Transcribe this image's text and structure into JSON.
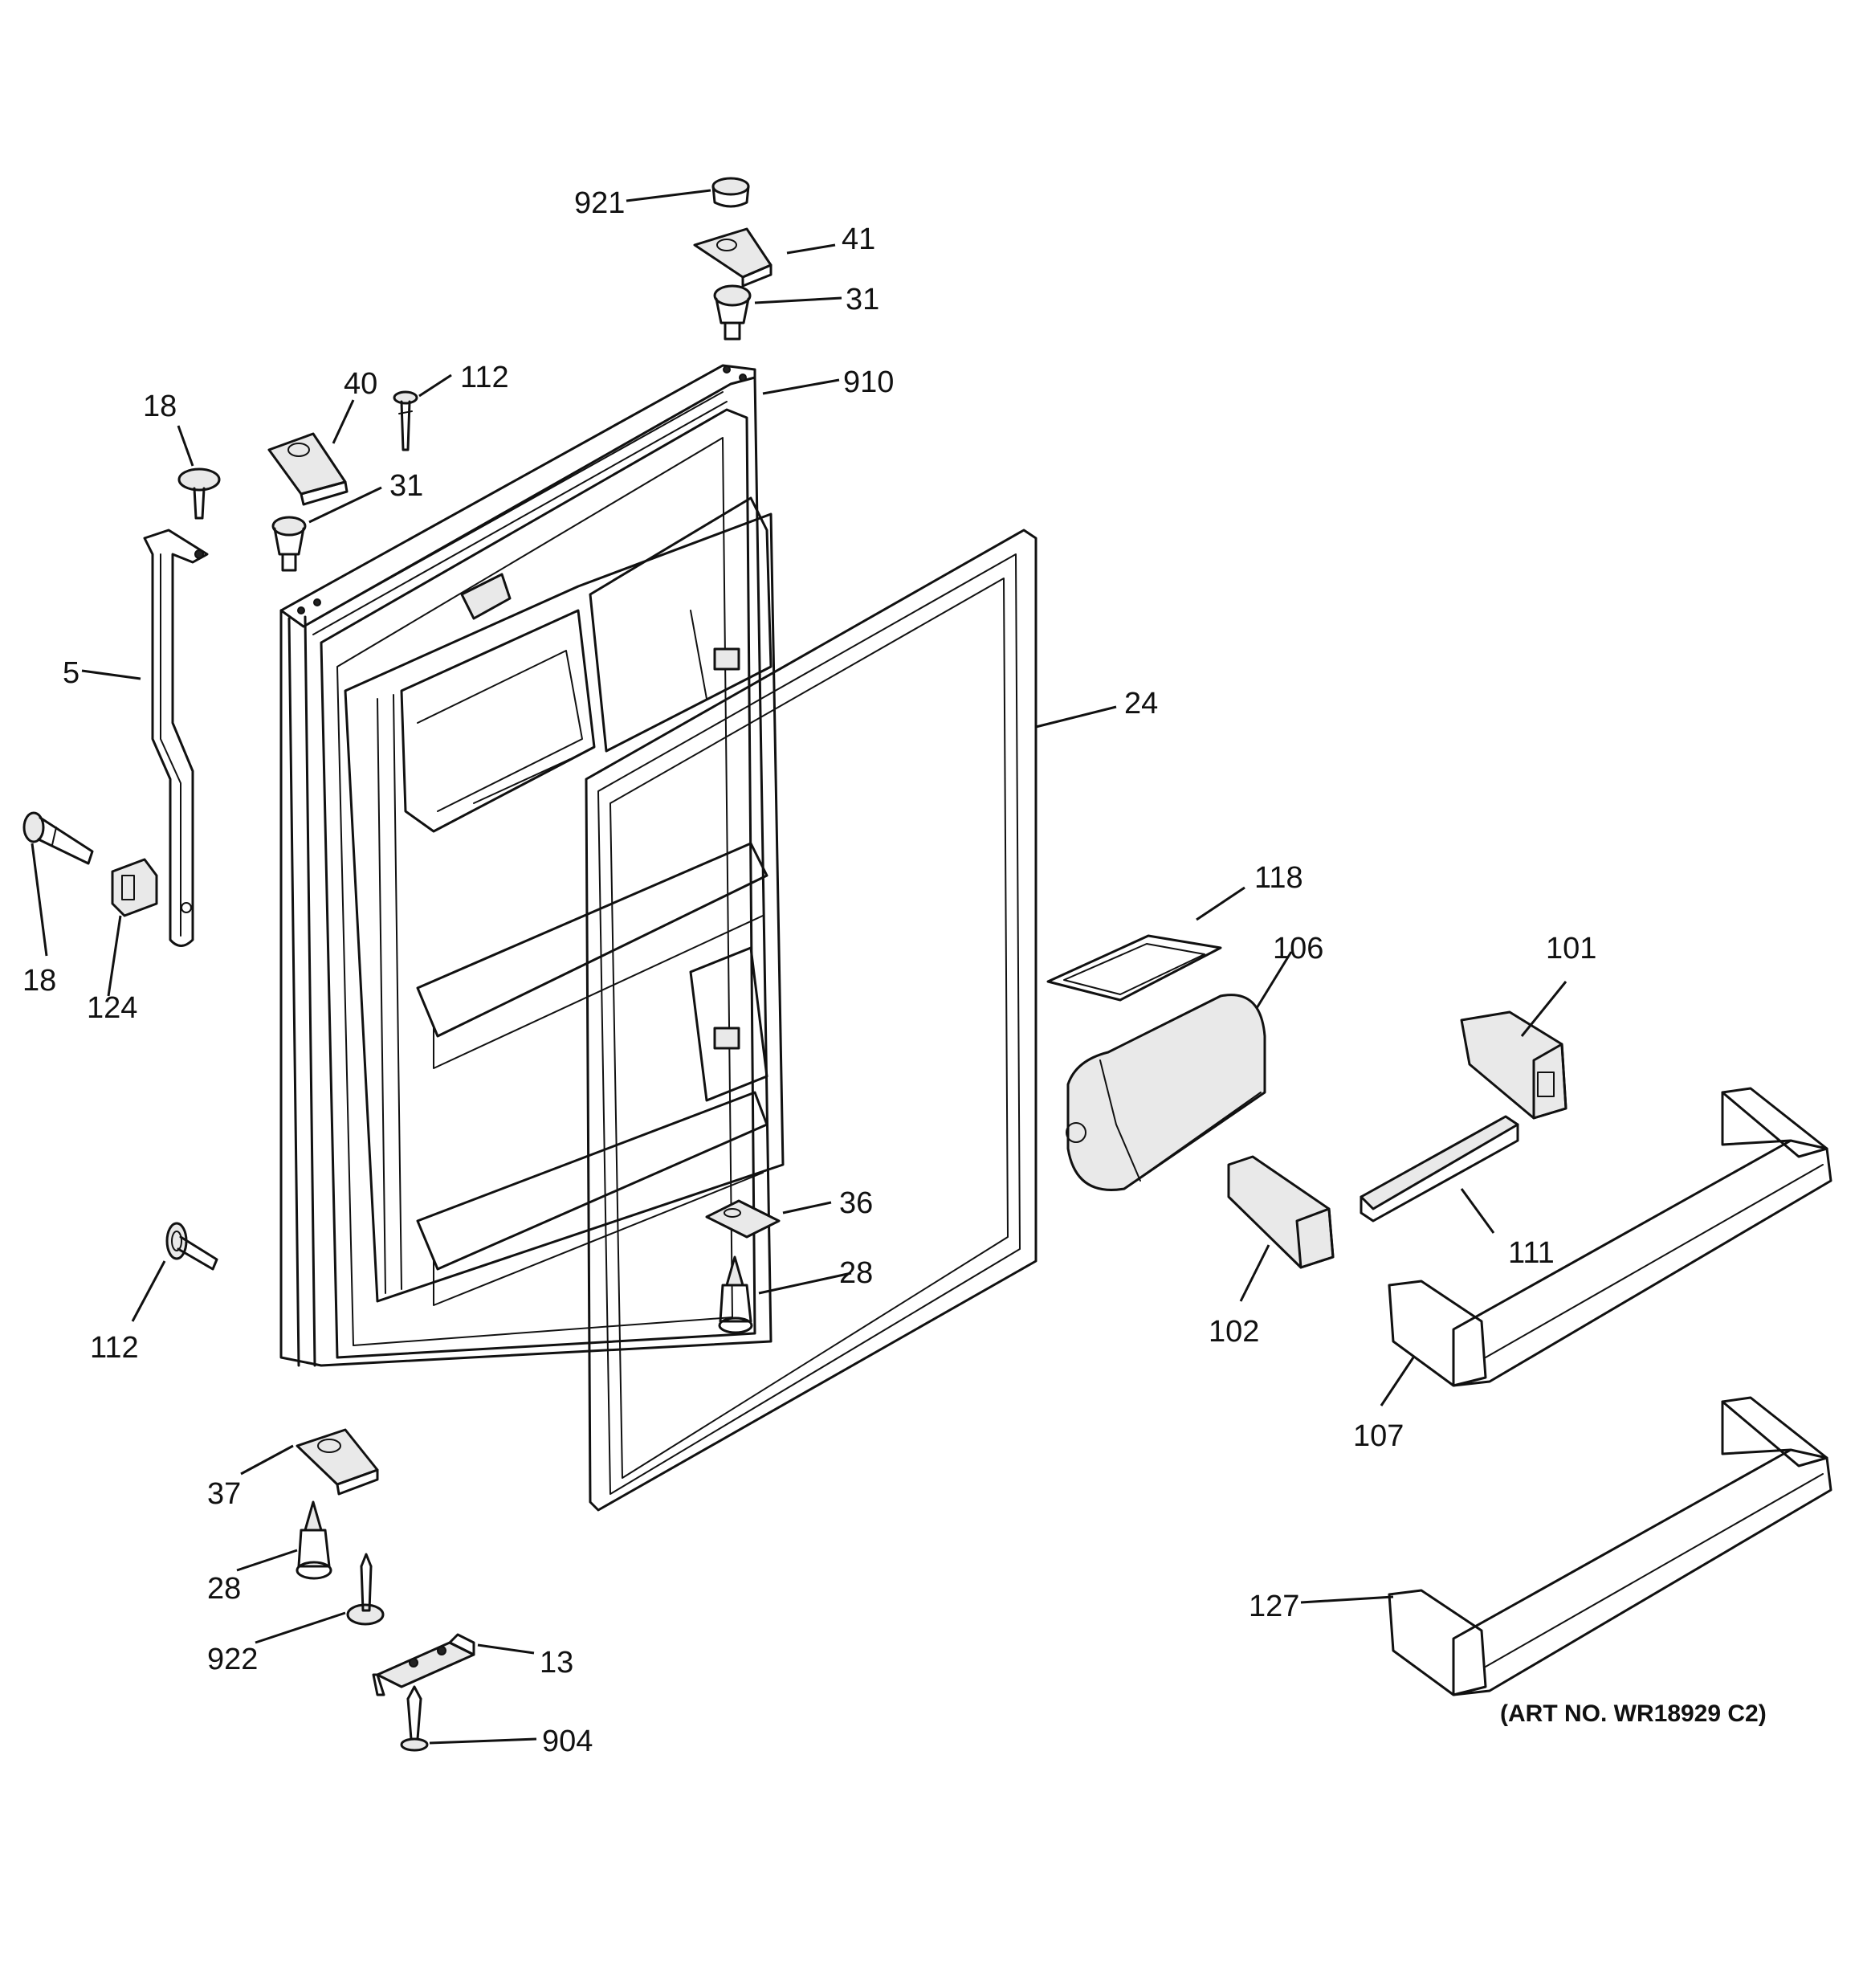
{
  "callouts": {
    "c921": "921",
    "c41": "41",
    "c31_top": "31",
    "c910": "910",
    "c112_top": "112",
    "c40": "40",
    "c18_top": "18",
    "c31_left": "31",
    "c5": "5",
    "c18_bottom": "18",
    "c124": "124",
    "c24": "24",
    "c118": "118",
    "c106": "106",
    "c101": "101",
    "c111": "111",
    "c102": "102",
    "c107": "107",
    "c36": "36",
    "c28_mid": "28",
    "c112_bottom": "112",
    "c37": "37",
    "c28_bottom": "28",
    "c922": "922",
    "c13": "13",
    "c904": "904",
    "c127": "127"
  },
  "art_number": "(ART NO. WR18929 C2)"
}
